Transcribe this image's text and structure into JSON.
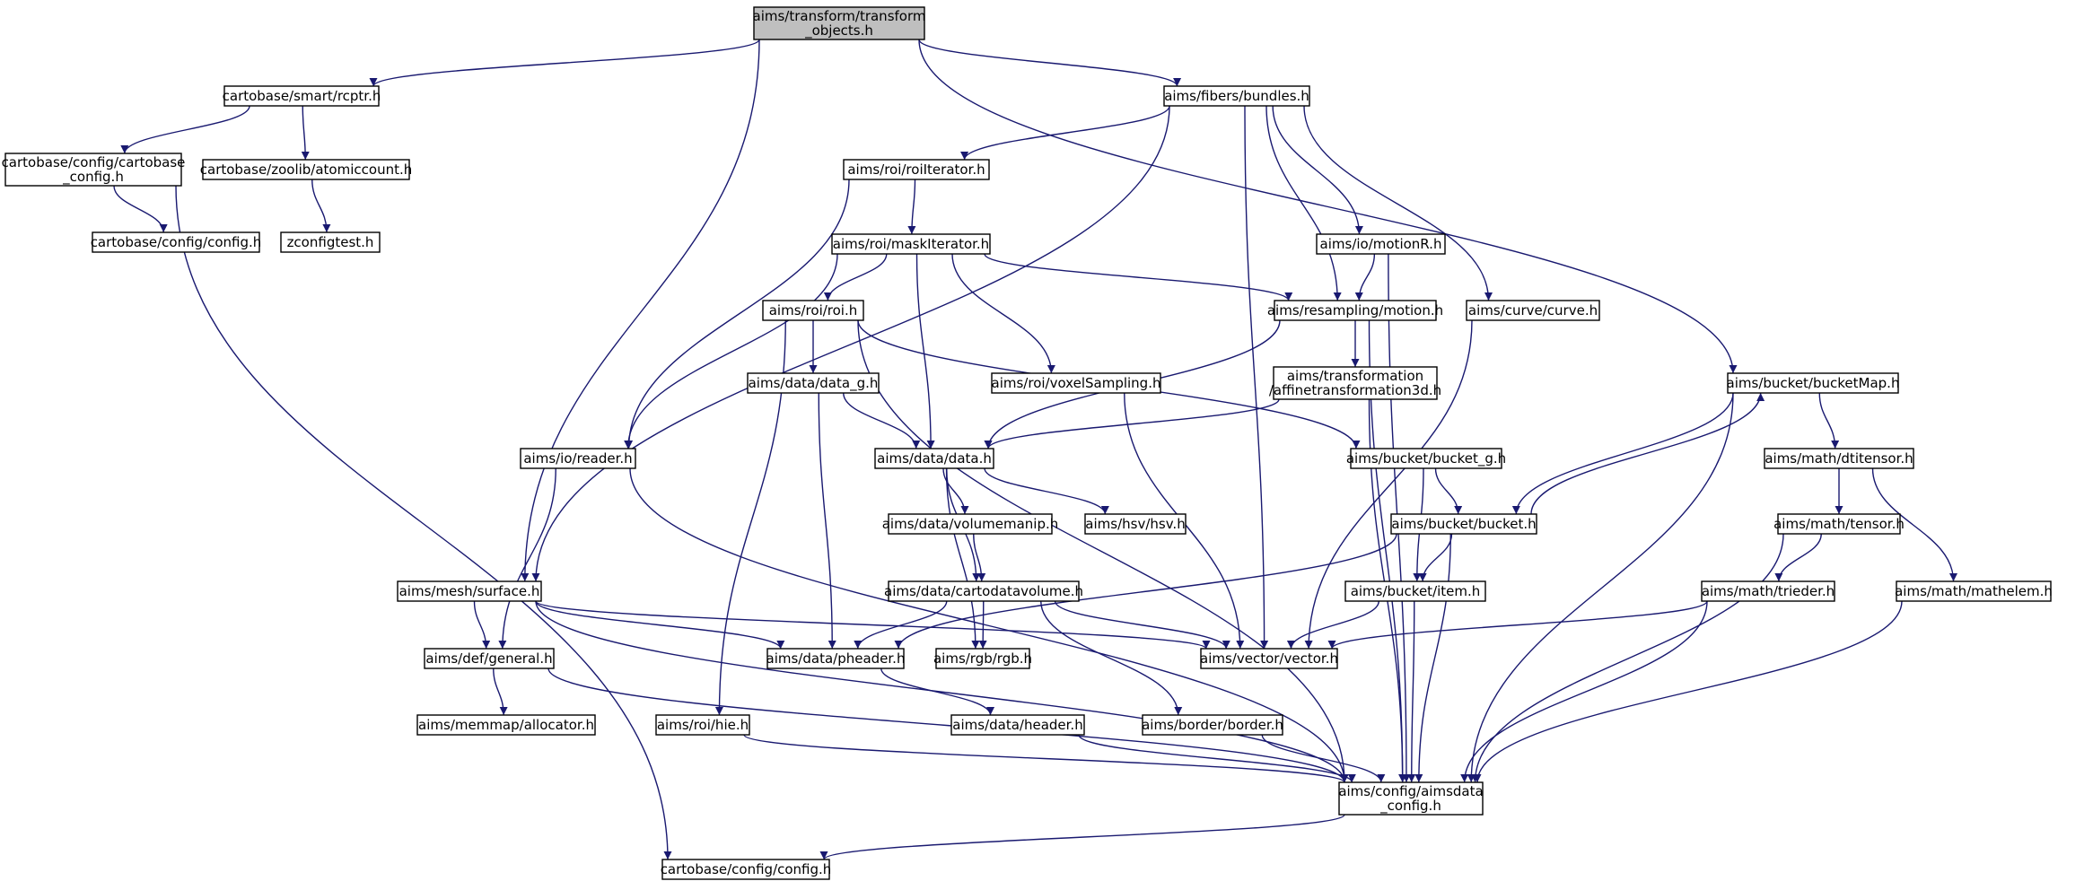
{
  "colors": {
    "edge": "#191970",
    "node_border": "#000000",
    "root_fill": "#bfbfbf",
    "background": "#ffffff"
  },
  "nodes": {
    "transform_objects": {
      "lines": [
        "aims/transform/transform",
        "_objects.h"
      ],
      "root": true
    },
    "rcptr": {
      "lines": [
        "cartobase/smart/rcptr.h"
      ]
    },
    "bundles": {
      "lines": [
        "aims/fibers/bundles.h"
      ]
    },
    "cartobase_config": {
      "lines": [
        "cartobase/config/cartobase",
        "_config.h"
      ]
    },
    "atomiccount": {
      "lines": [
        "cartobase/zoolib/atomiccount.h"
      ]
    },
    "config_cb": {
      "lines": [
        "cartobase/config/config.h"
      ]
    },
    "zconfigtest": {
      "lines": [
        "zconfigtest.h"
      ]
    },
    "roiiterator": {
      "lines": [
        "aims/roi/roiIterator.h"
      ]
    },
    "maskiterator": {
      "lines": [
        "aims/roi/maskIterator.h"
      ]
    },
    "motionR": {
      "lines": [
        "aims/io/motionR.h"
      ]
    },
    "roi": {
      "lines": [
        "aims/roi/roi.h"
      ]
    },
    "motion": {
      "lines": [
        "aims/resampling/motion.h"
      ]
    },
    "curve": {
      "lines": [
        "aims/curve/curve.h"
      ]
    },
    "affine": {
      "lines": [
        "aims/transformation",
        "/affinetransformation3d.h"
      ]
    },
    "data_g": {
      "lines": [
        "aims/data/data_g.h"
      ]
    },
    "voxelsampling": {
      "lines": [
        "aims/roi/voxelSampling.h"
      ]
    },
    "bucketmap": {
      "lines": [
        "aims/bucket/bucketMap.h"
      ]
    },
    "reader": {
      "lines": [
        "aims/io/reader.h"
      ]
    },
    "data": {
      "lines": [
        "aims/data/data.h"
      ]
    },
    "bucket_g": {
      "lines": [
        "aims/bucket/bucket_g.h"
      ]
    },
    "dtitensor": {
      "lines": [
        "aims/math/dtitensor.h"
      ]
    },
    "volumemanip": {
      "lines": [
        "aims/data/volumemanip.h"
      ]
    },
    "hsv": {
      "lines": [
        "aims/hsv/hsv.h"
      ]
    },
    "bucket": {
      "lines": [
        "aims/bucket/bucket.h"
      ]
    },
    "tensor": {
      "lines": [
        "aims/math/tensor.h"
      ]
    },
    "surface": {
      "lines": [
        "aims/mesh/surface.h"
      ]
    },
    "cartodatavolume": {
      "lines": [
        "aims/data/cartodatavolume.h"
      ]
    },
    "item": {
      "lines": [
        "aims/bucket/item.h"
      ]
    },
    "trieder": {
      "lines": [
        "aims/math/trieder.h"
      ]
    },
    "mathelem": {
      "lines": [
        "aims/math/mathelem.h"
      ]
    },
    "general": {
      "lines": [
        "aims/def/general.h"
      ]
    },
    "pheader": {
      "lines": [
        "aims/data/pheader.h"
      ]
    },
    "rgb": {
      "lines": [
        "aims/rgb/rgb.h"
      ]
    },
    "vector": {
      "lines": [
        "aims/vector/vector.h"
      ]
    },
    "allocator": {
      "lines": [
        "aims/memmap/allocator.h"
      ]
    },
    "hie": {
      "lines": [
        "aims/roi/hie.h"
      ]
    },
    "header": {
      "lines": [
        "aims/data/header.h"
      ]
    },
    "border": {
      "lines": [
        "aims/border/border.h"
      ]
    },
    "aimsdata_config": {
      "lines": [
        "aims/config/aimsdata",
        "_config.h"
      ]
    },
    "config_bottom": {
      "lines": [
        "cartobase/config/config.h"
      ]
    }
  },
  "edges": [
    [
      "transform_objects",
      "rcptr"
    ],
    [
      "transform_objects",
      "bundles"
    ],
    [
      "transform_objects",
      "surface"
    ],
    [
      "transform_objects",
      "bucketmap"
    ],
    [
      "rcptr",
      "cartobase_config"
    ],
    [
      "rcptr",
      "atomiccount"
    ],
    [
      "cartobase_config",
      "config_cb"
    ],
    [
      "cartobase_config",
      "config_bottom"
    ],
    [
      "atomiccount",
      "zconfigtest"
    ],
    [
      "bundles",
      "roiiterator"
    ],
    [
      "bundles",
      "surface"
    ],
    [
      "bundles",
      "vector"
    ],
    [
      "bundles",
      "motion"
    ],
    [
      "bundles",
      "motionR"
    ],
    [
      "bundles",
      "curve"
    ],
    [
      "roiiterator",
      "maskiterator"
    ],
    [
      "roiiterator",
      "reader"
    ],
    [
      "maskiterator",
      "roi"
    ],
    [
      "maskiterator",
      "reader"
    ],
    [
      "maskiterator",
      "data"
    ],
    [
      "maskiterator",
      "voxelsampling"
    ],
    [
      "maskiterator",
      "motion"
    ],
    [
      "motionR",
      "motion"
    ],
    [
      "motionR",
      "aimsdata_config"
    ],
    [
      "roi",
      "data_g"
    ],
    [
      "roi",
      "hie"
    ],
    [
      "roi",
      "aimsdata_config"
    ],
    [
      "roi",
      "bucket_g"
    ],
    [
      "motion",
      "affine"
    ],
    [
      "motion",
      "data"
    ],
    [
      "motion",
      "aimsdata_config"
    ],
    [
      "curve",
      "vector"
    ],
    [
      "affine",
      "data"
    ],
    [
      "affine",
      "aimsdata_config"
    ],
    [
      "data_g",
      "data"
    ],
    [
      "data_g",
      "pheader"
    ],
    [
      "voxelsampling",
      "vector"
    ],
    [
      "bucketmap",
      "dtitensor"
    ],
    [
      "bucketmap",
      "bucket"
    ],
    [
      "bucketmap",
      "aimsdata_config"
    ],
    [
      "reader",
      "general"
    ],
    [
      "reader",
      "aimsdata_config"
    ],
    [
      "data",
      "volumemanip"
    ],
    [
      "data",
      "hsv"
    ],
    [
      "data",
      "cartodatavolume"
    ],
    [
      "data",
      "rgb"
    ],
    [
      "bucket_g",
      "bucket"
    ],
    [
      "bucket_g",
      "item"
    ],
    [
      "dtitensor",
      "tensor"
    ],
    [
      "dtitensor",
      "mathelem"
    ],
    [
      "volumemanip",
      "cartodatavolume"
    ],
    [
      "bucket",
      "bucketmap"
    ],
    [
      "bucket",
      "item"
    ],
    [
      "bucket",
      "pheader"
    ],
    [
      "bucket",
      "aimsdata_config"
    ],
    [
      "tensor",
      "trieder"
    ],
    [
      "tensor",
      "aimsdata_config"
    ],
    [
      "surface",
      "general"
    ],
    [
      "surface",
      "pheader"
    ],
    [
      "surface",
      "vector"
    ],
    [
      "surface",
      "aimsdata_config"
    ],
    [
      "cartodatavolume",
      "pheader"
    ],
    [
      "cartodatavolume",
      "rgb"
    ],
    [
      "cartodatavolume",
      "vector"
    ],
    [
      "cartodatavolume",
      "border"
    ],
    [
      "item",
      "vector"
    ],
    [
      "item",
      "aimsdata_config"
    ],
    [
      "trieder",
      "vector"
    ],
    [
      "trieder",
      "aimsdata_config"
    ],
    [
      "mathelem",
      "aimsdata_config"
    ],
    [
      "general",
      "allocator"
    ],
    [
      "general",
      "aimsdata_config"
    ],
    [
      "pheader",
      "header"
    ],
    [
      "hie",
      "aimsdata_config"
    ],
    [
      "header",
      "aimsdata_config"
    ],
    [
      "border",
      "aimsdata_config"
    ],
    [
      "aimsdata_config",
      "config_bottom"
    ]
  ]
}
